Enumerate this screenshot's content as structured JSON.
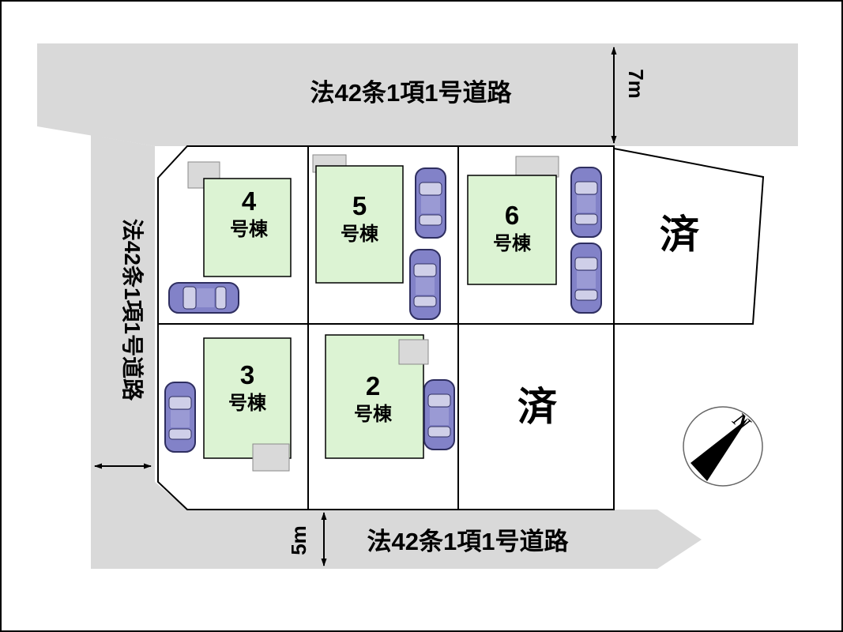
{
  "roads": {
    "top_label": "法42条1項1号道路",
    "left_label": "法42条1項1号道路",
    "bottom_label": "法42条1項1号道路",
    "top_width": "7m",
    "bottom_width": "5m"
  },
  "lots": [
    {
      "number": "4",
      "suffix": "号棟"
    },
    {
      "number": "5",
      "suffix": "号棟"
    },
    {
      "number": "6",
      "suffix": "号棟"
    },
    {
      "number": "3",
      "suffix": "号棟"
    },
    {
      "number": "2",
      "suffix": "号棟"
    }
  ],
  "sold_label": "済",
  "compass": {
    "north": "N"
  },
  "colors": {
    "road": "#d9d9d9",
    "building": "#dcf3d3",
    "porch": "#d9d9d9",
    "car_body": "#8282c8",
    "car_window": "#cfcfe8",
    "outline": "#000000"
  }
}
